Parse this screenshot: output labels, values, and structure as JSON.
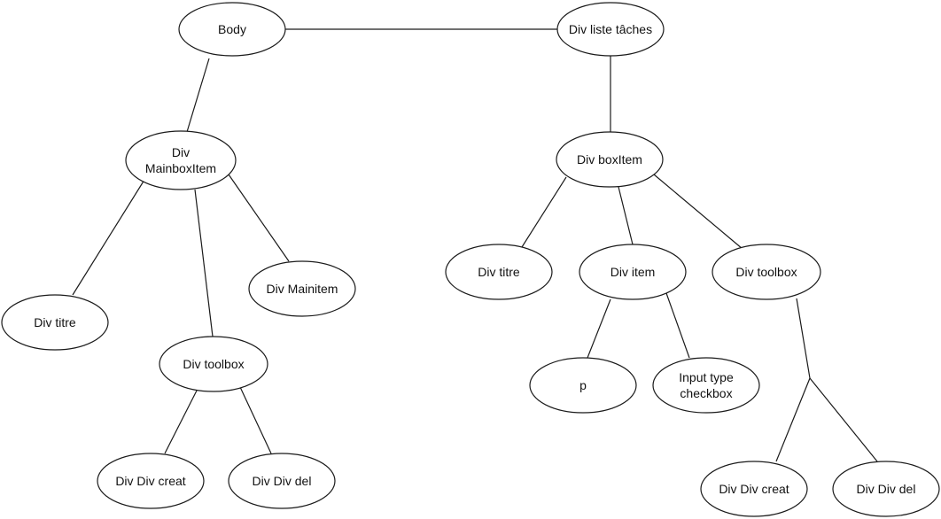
{
  "diagram": {
    "nodes": [
      {
        "id": "body",
        "label": "Body"
      },
      {
        "id": "liste",
        "label": "Div liste tâches"
      },
      {
        "id": "mainbox",
        "label": "Div MainboxItem"
      },
      {
        "id": "titre_l",
        "label": "Div titre"
      },
      {
        "id": "mainitem",
        "label": "Div Mainitem"
      },
      {
        "id": "toolbox_l",
        "label": "Div toolbox"
      },
      {
        "id": "creat_l",
        "label": "Div Div creat"
      },
      {
        "id": "del_l",
        "label": "Div Div del"
      },
      {
        "id": "boxitem",
        "label": "Div boxItem"
      },
      {
        "id": "titre_r",
        "label": "Div titre"
      },
      {
        "id": "item",
        "label": "Div item"
      },
      {
        "id": "toolbox_r",
        "label": "Div toolbox"
      },
      {
        "id": "p",
        "label": "p"
      },
      {
        "id": "checkbox",
        "label": "Input type checkbox"
      },
      {
        "id": "creat_r",
        "label": "Div Div creat"
      },
      {
        "id": "del_r",
        "label": "Div Div del"
      }
    ],
    "edges": [
      {
        "from": "body",
        "to": "liste"
      },
      {
        "from": "body",
        "to": "mainbox"
      },
      {
        "from": "mainbox",
        "to": "titre_l"
      },
      {
        "from": "mainbox",
        "to": "toolbox_l"
      },
      {
        "from": "mainbox",
        "to": "mainitem"
      },
      {
        "from": "toolbox_l",
        "to": "creat_l"
      },
      {
        "from": "toolbox_l",
        "to": "del_l"
      },
      {
        "from": "liste",
        "to": "boxitem"
      },
      {
        "from": "boxitem",
        "to": "titre_r"
      },
      {
        "from": "boxitem",
        "to": "item"
      },
      {
        "from": "boxitem",
        "to": "toolbox_r"
      },
      {
        "from": "item",
        "to": "p"
      },
      {
        "from": "item",
        "to": "checkbox"
      },
      {
        "from": "toolbox_r",
        "to": "creat_r"
      },
      {
        "from": "toolbox_r",
        "to": "del_r"
      }
    ]
  }
}
